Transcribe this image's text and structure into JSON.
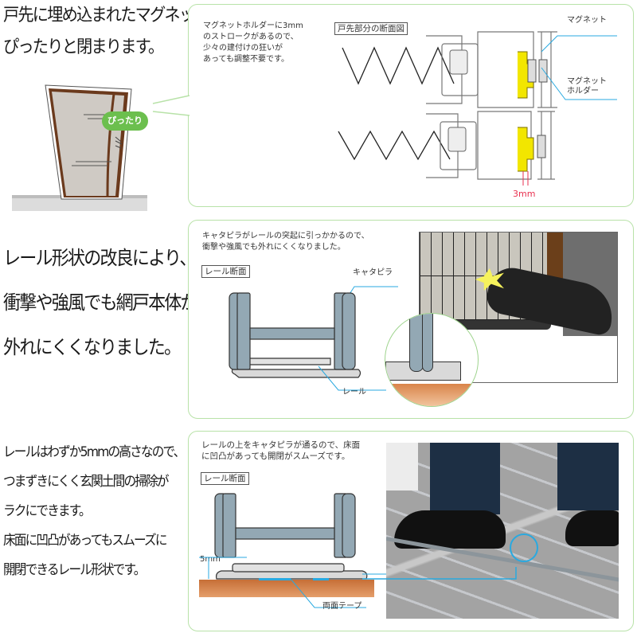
{
  "section1": {
    "headline": [
      "戸先に埋め込まれたマグネットで、",
      "ぴったりと閉まります。"
    ],
    "bubble": "ぴったり",
    "note": [
      "マグネットホルダーに3mm",
      "のストロークがあるので、",
      "少々の建付けの狂いが",
      "あっても調整不要です。"
    ],
    "diagram_label": "戸先部分の断面図",
    "callout_magnet": "マグネット",
    "callout_holder": [
      "マグネット",
      "ホルダー"
    ],
    "dimension": "3mm"
  },
  "section2": {
    "headline": [
      "レール形状の改良により、",
      "衝撃や強風でも網戸本体が",
      "外れにくくなりました。"
    ],
    "note": [
      "キャタピラがレールの突起に引っかかるので、",
      "衝撃や強風でも外れにくくなりました。"
    ],
    "diagram_label": "レール断面",
    "callout_caterpillar": "キャタピラ",
    "callout_rail": "レール"
  },
  "section3": {
    "headline": [
      "レールはわずか5mmの高さなので、",
      "つまずきにくく玄関土間の掃除が",
      "ラクにできます。",
      "床面に凹凸があってもスムーズに",
      "開閉できるレール形状です。"
    ],
    "note": [
      "レールの上をキャタピラが通るので、床面",
      "に凹凸があっても開閉がスムーズです。"
    ],
    "diagram_label": "レール断面",
    "dimension": "5mm",
    "callout_tape": "両面テープ"
  },
  "colors": {
    "panel_border": "#b8e2a8",
    "callout_line": "#29a9e0",
    "dimension_red": "#e83250",
    "bubble_green": "#6cbf4e",
    "magnet_holder_yellow": "#f2e600",
    "rail_blue_gray": "#93a8b4",
    "floor_orange": "#d9844a"
  }
}
